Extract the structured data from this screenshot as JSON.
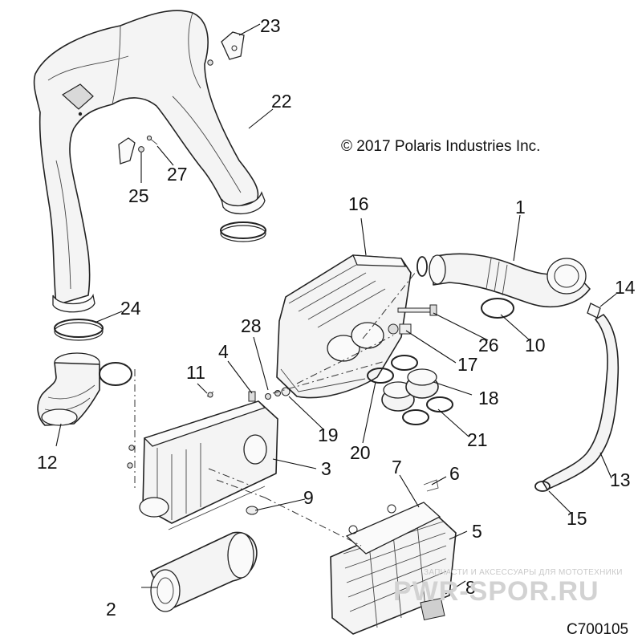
{
  "copyright": "© 2017 Polaris Industries Inc.",
  "diagram_code": "C700105",
  "watermark": {
    "tagline": "ЗАПЧАСТИ И АКСЕССУАРЫ ДЛЯ МОТОТЕХНИКИ",
    "site": "PWR-SPOR.RU"
  },
  "callouts": [
    "1",
    "2",
    "3",
    "4",
    "5",
    "6",
    "7",
    "8",
    "9",
    "10",
    "11",
    "12",
    "13",
    "14",
    "15",
    "16",
    "17",
    "18",
    "19",
    "20",
    "21",
    "22",
    "23",
    "24",
    "25",
    "26",
    "27",
    "28"
  ]
}
